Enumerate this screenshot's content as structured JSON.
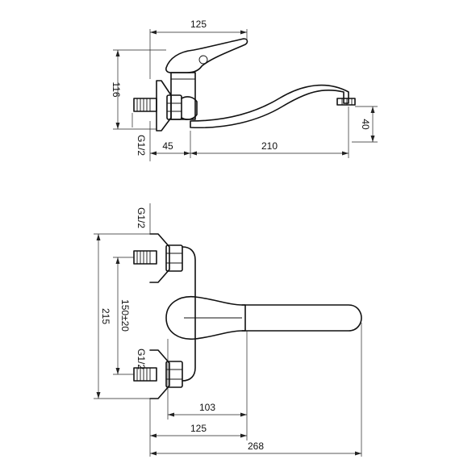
{
  "side_view": {
    "width_top": "125",
    "height": "116",
    "thread": "G1/2",
    "offset": "45",
    "spout_reach": "210",
    "spout_height": "40"
  },
  "top_view": {
    "thread_upper": "G1/2",
    "thread_lower": "G1/2",
    "centers": "150±20",
    "overall_height": "215",
    "dim_103": "103",
    "dim_125": "125",
    "dim_268": "268"
  }
}
